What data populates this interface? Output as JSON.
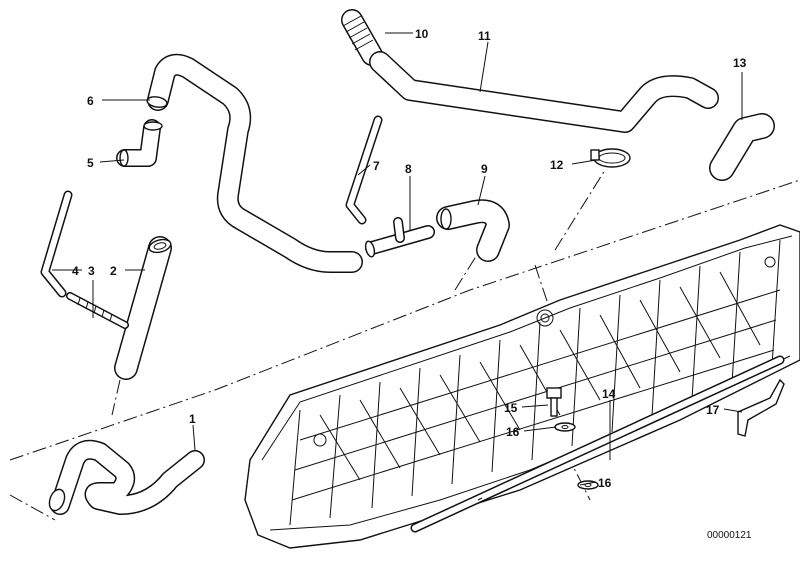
{
  "callouts": {
    "c1": "1",
    "c2": "2",
    "c3": "3",
    "c4": "4",
    "c5": "5",
    "c6": "6",
    "c7": "7",
    "c8": "8",
    "c9": "9",
    "c10": "10",
    "c11": "11",
    "c12": "12",
    "c13": "13",
    "c14": "14",
    "c15": "15",
    "c16a": "16",
    "c16b": "16",
    "c17": "17"
  },
  "diagram_number": "00000121",
  "colors": {
    "line": "#111111",
    "hose_fill": "#ffffff",
    "background": "#ffffff"
  }
}
